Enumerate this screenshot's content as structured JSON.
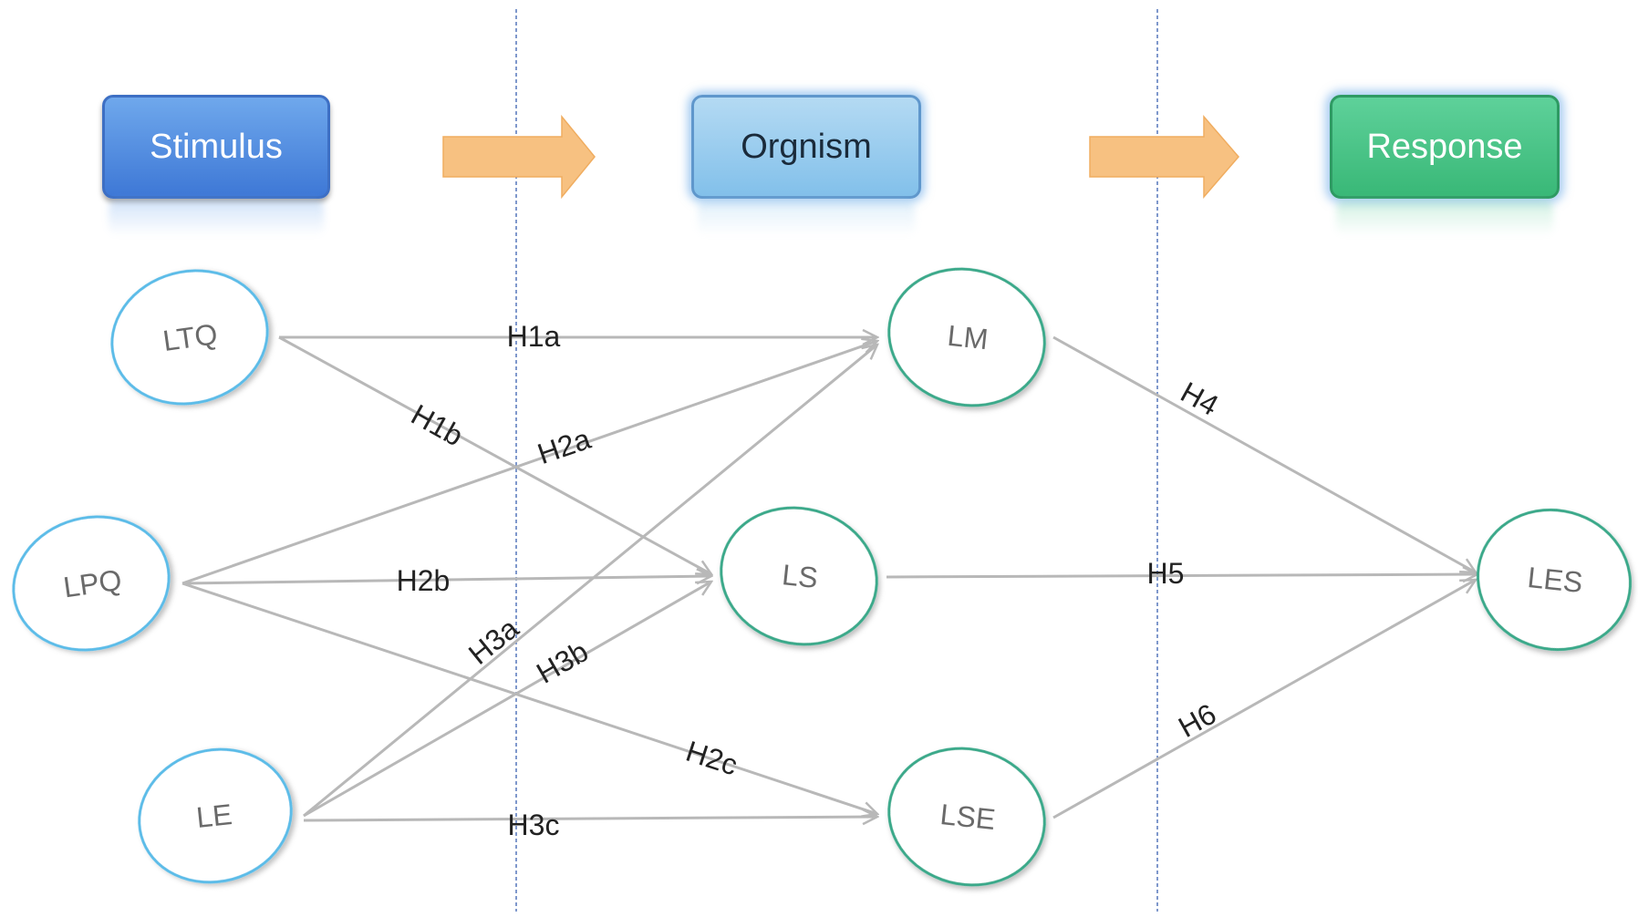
{
  "stages": {
    "stimulus": "Stimulus",
    "organism": "Orgnism",
    "response": "Response"
  },
  "nodes": {
    "ltq": "LTQ",
    "lpq": "LPQ",
    "le": "LE",
    "lm": "LM",
    "ls": "LS",
    "lse": "LSE",
    "les": "LES"
  },
  "edges": {
    "h1a": "H1a",
    "h1b": "H1b",
    "h2a": "H2a",
    "h2b": "H2b",
    "h2c": "H2c",
    "h3a": "H3a",
    "h3b": "H3b",
    "h3c": "H3c",
    "h4": "H4",
    "h5": "H5",
    "h6": "H6"
  },
  "colors": {
    "stimulus_box": "#3e78d6",
    "organism_box": "#9ccdee",
    "response_box": "#39b877",
    "arrow": "#f7c181",
    "edge": "#b8b8b8",
    "stimulus_node_border": "#5bbce8",
    "outcome_node_border": "#3aa98a",
    "divider": "#5577bb"
  }
}
